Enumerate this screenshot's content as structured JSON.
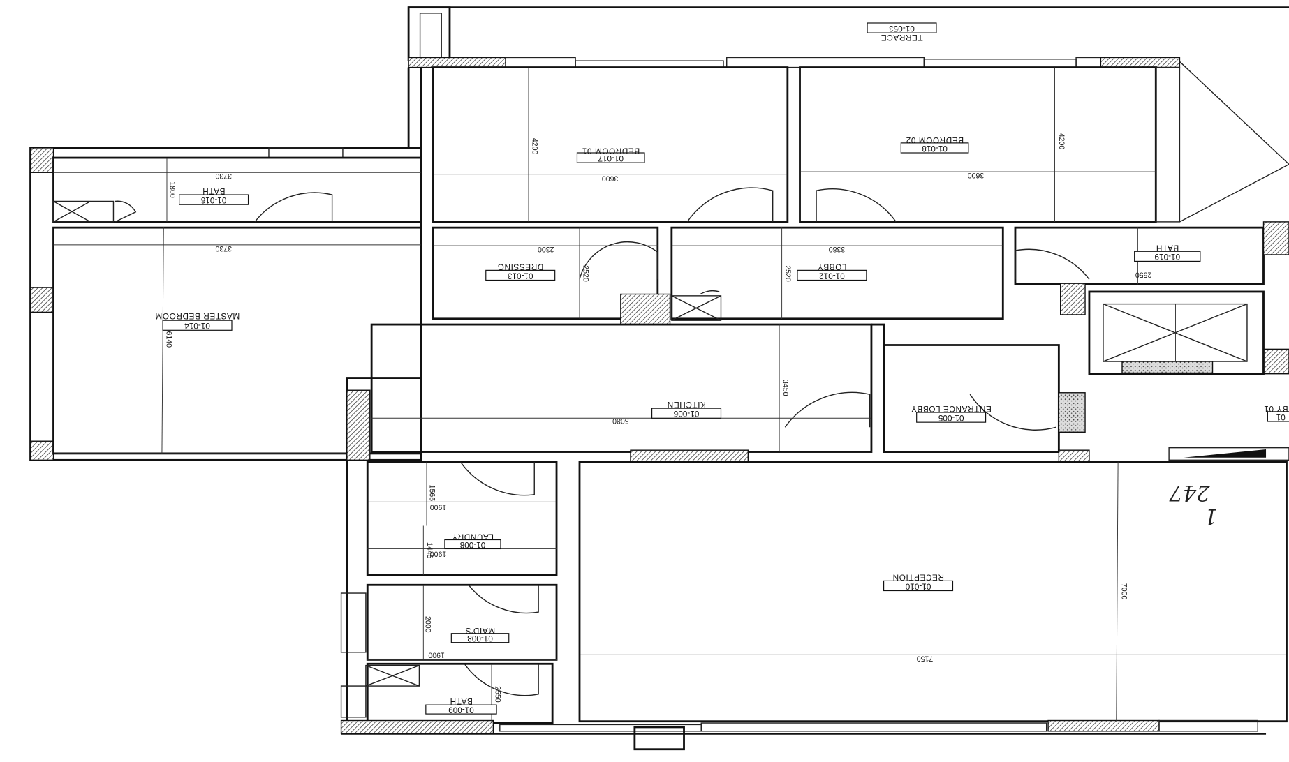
{
  "drawing": {
    "orientation": "rotated 180 degrees",
    "line_color": "#111111",
    "background": "#ffffff",
    "rooms": [
      {
        "name": "TERRACE",
        "code": "01-053"
      },
      {
        "name": "BEDROOM 01",
        "code": "01-017"
      },
      {
        "name": "BEDROOM 02",
        "code": "01-018"
      },
      {
        "name": "BATH",
        "code": "01-016"
      },
      {
        "name": "MASTER BEDROOM",
        "code": "01-014"
      },
      {
        "name": "DRESSING",
        "code": "01-013"
      },
      {
        "name": "LOBBY",
        "code": "01-012"
      },
      {
        "name": "BATH",
        "code": "01-019"
      },
      {
        "name": "KITCHEN",
        "code": "01-006"
      },
      {
        "name": "ENTRANCE LOBBY",
        "code": "01-005"
      },
      {
        "name": "BY 01",
        "code": "01"
      },
      {
        "name": "RECEPTION",
        "code": "01-010"
      },
      {
        "name": "LAUNDRY",
        "code": "01-008"
      },
      {
        "name": "MAID'S",
        "code": "01-008"
      },
      {
        "name": "BATH",
        "code": "01-009"
      }
    ],
    "dimensions": [
      "3730",
      "3730",
      "1800",
      "6140",
      "3600",
      "3600",
      "4200",
      "4200",
      "2300",
      "3380",
      "2520",
      "2520",
      "2550",
      "5080",
      "3450",
      "1900",
      "1565",
      "1900",
      "1445",
      "2000",
      "1900",
      "2550",
      "7150",
      "7000"
    ],
    "handwritten": {
      "number": "247",
      "fraction": "1"
    }
  }
}
